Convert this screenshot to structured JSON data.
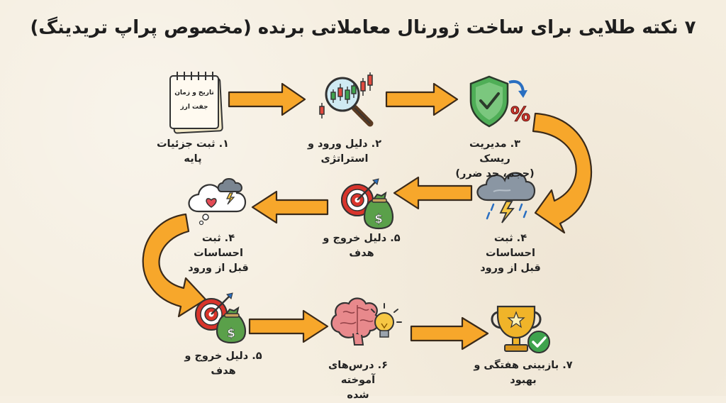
{
  "title": "۷ نکته طلایی برای ساخت ژورنال معاملاتی برنده (مخصوص پراپ تریدینگ)",
  "colors": {
    "arrow_fill": "#f7a72b",
    "arrow_stroke": "#3a2a1a",
    "background": "#f5eee0",
    "shield": "#4fae57",
    "percent": "#d9342b",
    "target_red": "#d9342b",
    "money_bag": "#5aa04a",
    "brain": "#e8898c",
    "bulb": "#f6c744",
    "trophy": "#f0b429",
    "check_green": "#3fa34d",
    "cloud": "#7a8591"
  },
  "steps": [
    {
      "id": "s1",
      "label": "۱. ثبت جزئیات پایه",
      "icon": "notepad-icon",
      "note_lines": [
        "تاریخ و زمان",
        "جفت ارز"
      ]
    },
    {
      "id": "s2",
      "label": "۲. دلیل ورود و استراتژی",
      "icon": "magnifier-chart-icon"
    },
    {
      "id": "s3",
      "label": "۳. مدیریت ریسک\n(حجم، حد ضرر)",
      "icon": "shield-percent-icon"
    },
    {
      "id": "s4a",
      "label": "۴. ثبت احساسات\nقبل از ورود",
      "icon": "storm-cloud-icon"
    },
    {
      "id": "s5a",
      "label": "۵. دلیل خروج و\nهدف",
      "icon": "target-moneybag-icon"
    },
    {
      "id": "s4b",
      "label": "۴. ثبت احساسات\nقبل از ورود",
      "icon": "heart-cloud-icon"
    },
    {
      "id": "s5b",
      "label": "۵. دلیل خروج و\nهدف",
      "icon": "target-moneybag-icon"
    },
    {
      "id": "s6",
      "label": "۶. درس‌های آموخته\nشده",
      "icon": "brain-bulb-icon"
    },
    {
      "id": "s7",
      "label": "۷. بازبینی هفتگی و بهبود",
      "icon": "trophy-check-icon"
    }
  ]
}
